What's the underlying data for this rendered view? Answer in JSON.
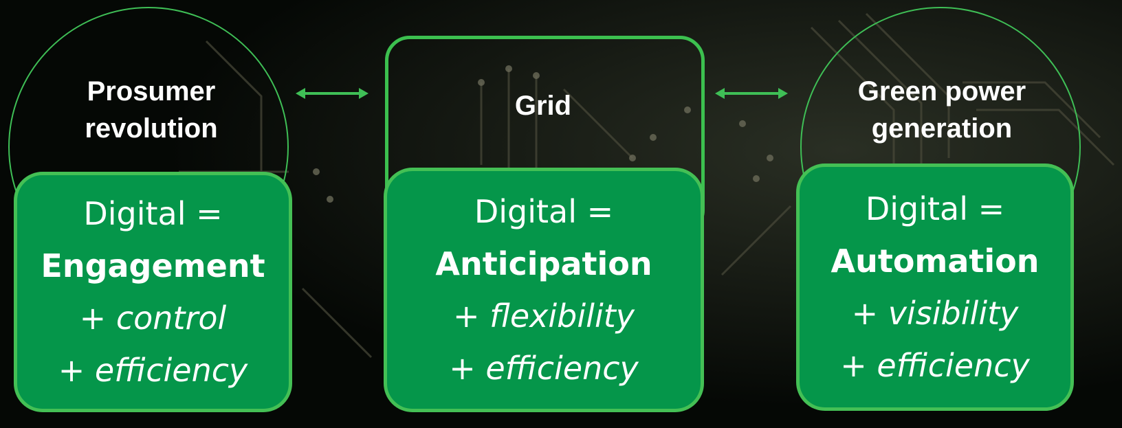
{
  "colors": {
    "background": "#050805",
    "card_fill": "#05964a",
    "card_border": "#44c055",
    "accent_line": "#3fbf56",
    "text": "#ffffff"
  },
  "left": {
    "header_line1": "Prosumer",
    "header_line2": "revolution",
    "card_line1": "Digital =",
    "card_line2": "Engagement",
    "card_line3": "+ control",
    "card_line4": "+ efficiency"
  },
  "center": {
    "header": "Grid",
    "card_line1": "Digital =",
    "card_line2": "Anticipation",
    "card_line3": "+ flexibility",
    "card_line4": "+ efficiency"
  },
  "right": {
    "header_line1": "Green power",
    "header_line2": "generation",
    "card_line1": "Digital =",
    "card_line2": "Automation",
    "card_line3": "+ visibility",
    "card_line4": "+ efficiency"
  },
  "arrows": [
    "double-arrow-icon",
    "double-arrow-icon"
  ]
}
